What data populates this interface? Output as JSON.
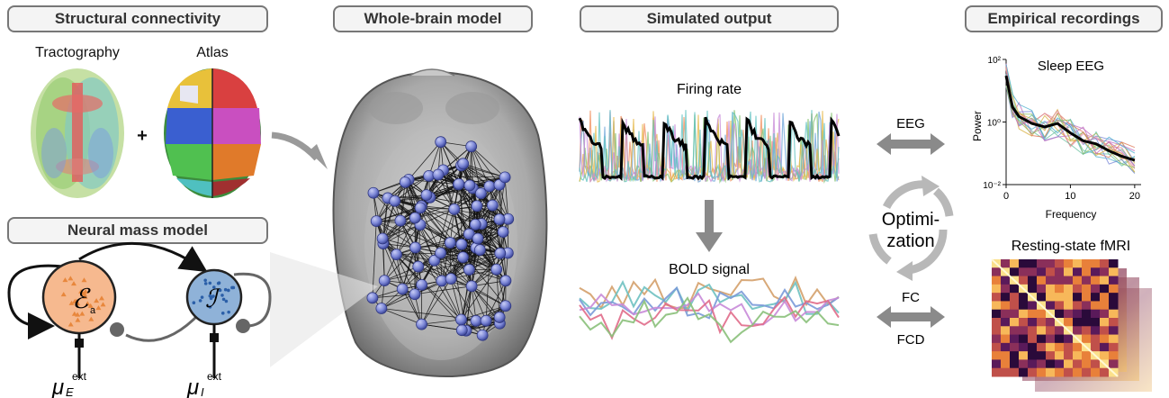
{
  "headers": {
    "structural": "Structural connectivity",
    "whole_brain": "Whole-brain model",
    "simulated": "Simulated output",
    "empirical": "Empirical recordings",
    "neural_mass": "Neural mass model"
  },
  "structural": {
    "tractography": "Tractography",
    "atlas": "Atlas",
    "plus": "+"
  },
  "neural_mass": {
    "excitatory_symbol": "ℰ",
    "excitatory_sub": "a",
    "inhibitory_symbol": "ℐ",
    "input_e_base": "μ",
    "input_e_sub": "E",
    "input_e_sup": "ext",
    "input_i_base": "μ",
    "input_i_sub": "I",
    "input_i_sup": "ext"
  },
  "simulated": {
    "firing_rate": "Firing rate",
    "bold": "BOLD signal"
  },
  "arrows": {
    "eeg": "EEG",
    "fc": "FC",
    "fcd": "FCD",
    "optimization_1": "Optimi-",
    "optimization_2": "zation"
  },
  "empirical": {
    "sleep_eeg": "Sleep EEG",
    "resting_fmri": "Resting-state fMRI",
    "power_label": "Power",
    "frequency_label": "Frequency",
    "y_ticks": [
      "10²",
      "10⁰",
      "10⁻²"
    ],
    "x_ticks": [
      "0",
      "10",
      "20"
    ]
  },
  "colors": {
    "node": "#7b86d6",
    "excitatory": "#f6b98f",
    "inhibitory": "#8fb2d8",
    "arrow_gray": "#8a8a8a",
    "header_border": "#777777"
  },
  "chart_data": [
    {
      "type": "line",
      "title": "Sleep EEG",
      "xlabel": "Frequency",
      "ylabel": "Power",
      "x": [
        0,
        1,
        2,
        4,
        6,
        8,
        10,
        12,
        14,
        16,
        18,
        20
      ],
      "series": [
        {
          "values": [
            30,
            3,
            1.5,
            0.9,
            0.7,
            0.9,
            0.45,
            0.25,
            0.2,
            0.12,
            0.08,
            0.06
          ]
        }
      ],
      "xlim": [
        0,
        21
      ],
      "ylim": [
        0.01,
        100
      ],
      "yscale": "log"
    }
  ]
}
